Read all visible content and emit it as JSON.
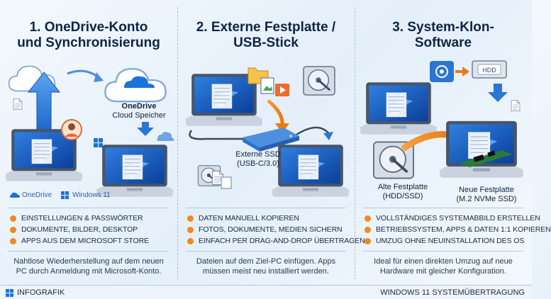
{
  "columns": [
    {
      "title_line1": "1. OneDrive-Konto",
      "title_line2": "und Synchronisierung",
      "cloud_label_line1": "OneDrive",
      "cloud_label_line2": "Cloud Speicher",
      "brand_onedrive": "OneDrive",
      "brand_windows": "Windows 11",
      "bullets": [
        "EINSTELLUNGEN & PASSWÖRTER",
        "DOKUMENTE, BILDER, DESKTOP",
        "APPS AUS DEM MICROSOFT STORE"
      ],
      "desc_line1": "Nahtlose Wiederherstellung auf dem neuen",
      "desc_line2": "PC durch Anmeldung mit Microsoft-Konto."
    },
    {
      "title_line1": "2. Externe Festplatte /",
      "title_line2": "USB-Stick",
      "ssd_label_line1": "Externe SSD",
      "ssd_label_line2": "(USB-C/3.0)",
      "bullets": [
        "DATEN MANUELL KOPIEREN",
        "FOTOS, DOKUMENTE, MEDIEN SICHERN",
        "EINFACH PER DRAG-AND-DROP ÜBERTRAGEN"
      ],
      "desc_line1": "Dateien auf dem Ziel-PC einfügen. Apps",
      "desc_line2": "müssen meist neu installiert werden."
    },
    {
      "title_line1": "3. System-Klon-",
      "title_line2": "Software",
      "hdd_tag": "HDD",
      "old_label_line1": "Alte Festplatte",
      "old_label_line2": "(HDD/SSD)",
      "new_label_line1": "Neue Festplatte",
      "new_label_line2": "(M.2 NVMe SSD)",
      "bullets": [
        "VOLLSTÄNDIGES SYSTEMABBILD ERSTELLEN",
        "BETRIEBSSYSTEM, APPS & DATEN 1:1 KOPIEREN",
        "UMZUG OHNE NEUINSTALLATION DES OS"
      ],
      "desc_line1": "Ideal für einen direkten Umzug auf neue",
      "desc_line2": "Hardware mit gleicher Konfiguration."
    }
  ],
  "footer": {
    "left": "INFOGRAFIK",
    "right": "WINDOWS 11 SYSTEMÜBERTRAGUNG"
  },
  "colors": {
    "accent_orange": "#f08a1c",
    "accent_blue": "#1a73d9",
    "title_navy": "#0f2347"
  }
}
